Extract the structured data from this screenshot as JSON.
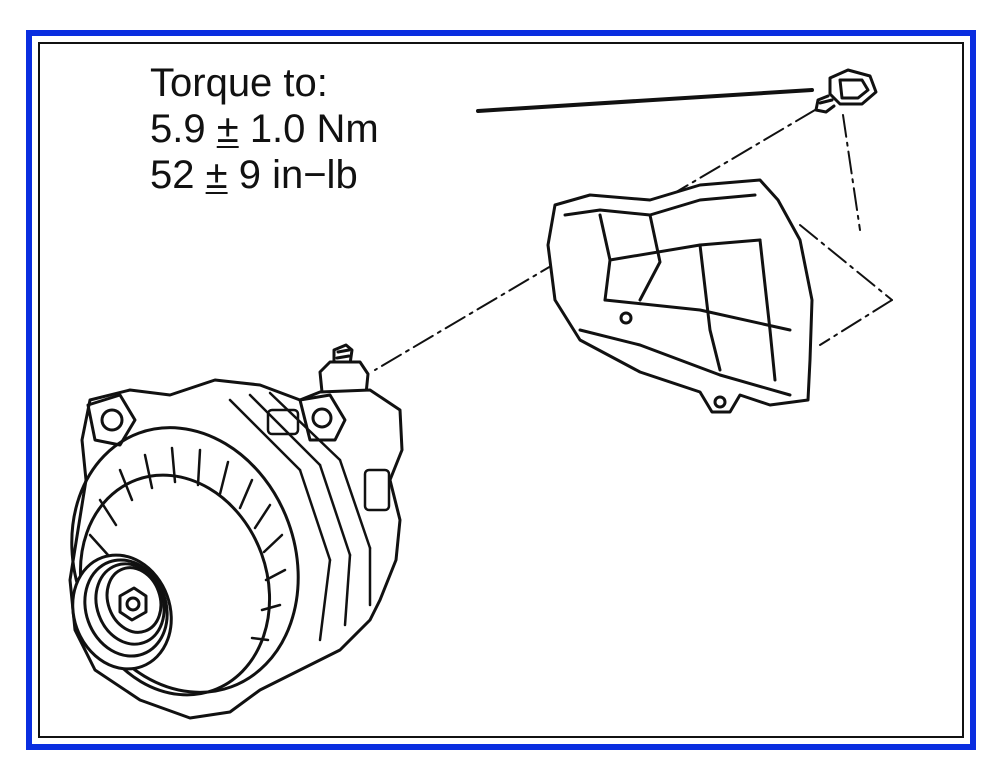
{
  "torque_note": {
    "heading": "Torque to:",
    "nm_value": "5.9",
    "nm_tolerance_sign": "±",
    "nm_tolerance": "1.0 Nm",
    "inlb_value": "52",
    "inlb_tolerance_sign": "±",
    "inlb_tolerance": "9 in−lb"
  },
  "colors": {
    "frame_blue": "#0a2ee0",
    "line_art": "#111111"
  },
  "parts": [
    "alternator",
    "shield",
    "bolt",
    "stud"
  ]
}
